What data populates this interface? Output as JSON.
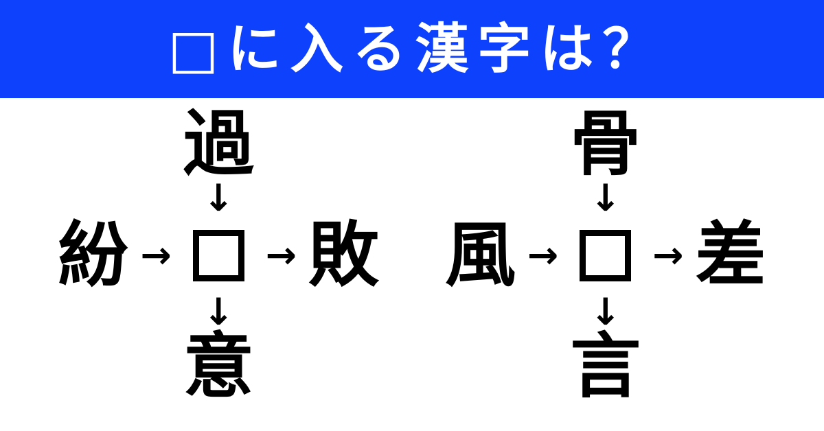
{
  "header": {
    "title": "□に入る漢字は？",
    "bg_color": "#0d41fc",
    "text_color": "#ffffff"
  },
  "icons": {
    "right_arrow": "→",
    "down_arrow": "↓"
  },
  "puzzles": [
    {
      "id": "left-puzzle",
      "top": "過",
      "left": "紛",
      "center": "",
      "right": "敗",
      "bottom": "意"
    },
    {
      "id": "right-puzzle",
      "top": "骨",
      "left": "風",
      "center": "",
      "right": "差",
      "bottom": "言"
    }
  ],
  "ink_color": "#000000"
}
